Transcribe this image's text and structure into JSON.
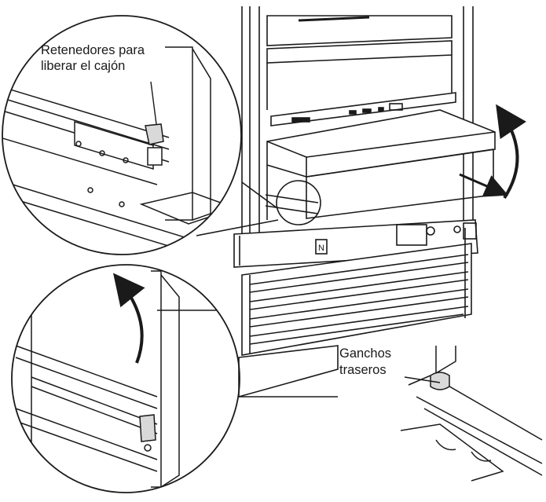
{
  "labels": {
    "retainers_line1": "Retenedores para",
    "retainers_line2": "liberar el cajón",
    "hooks_line1": "Ganchos",
    "hooks_line2": "traseros"
  },
  "colors": {
    "line": "#1a1a1a",
    "fill": "#ffffff",
    "shade": "#d9d9d9"
  }
}
